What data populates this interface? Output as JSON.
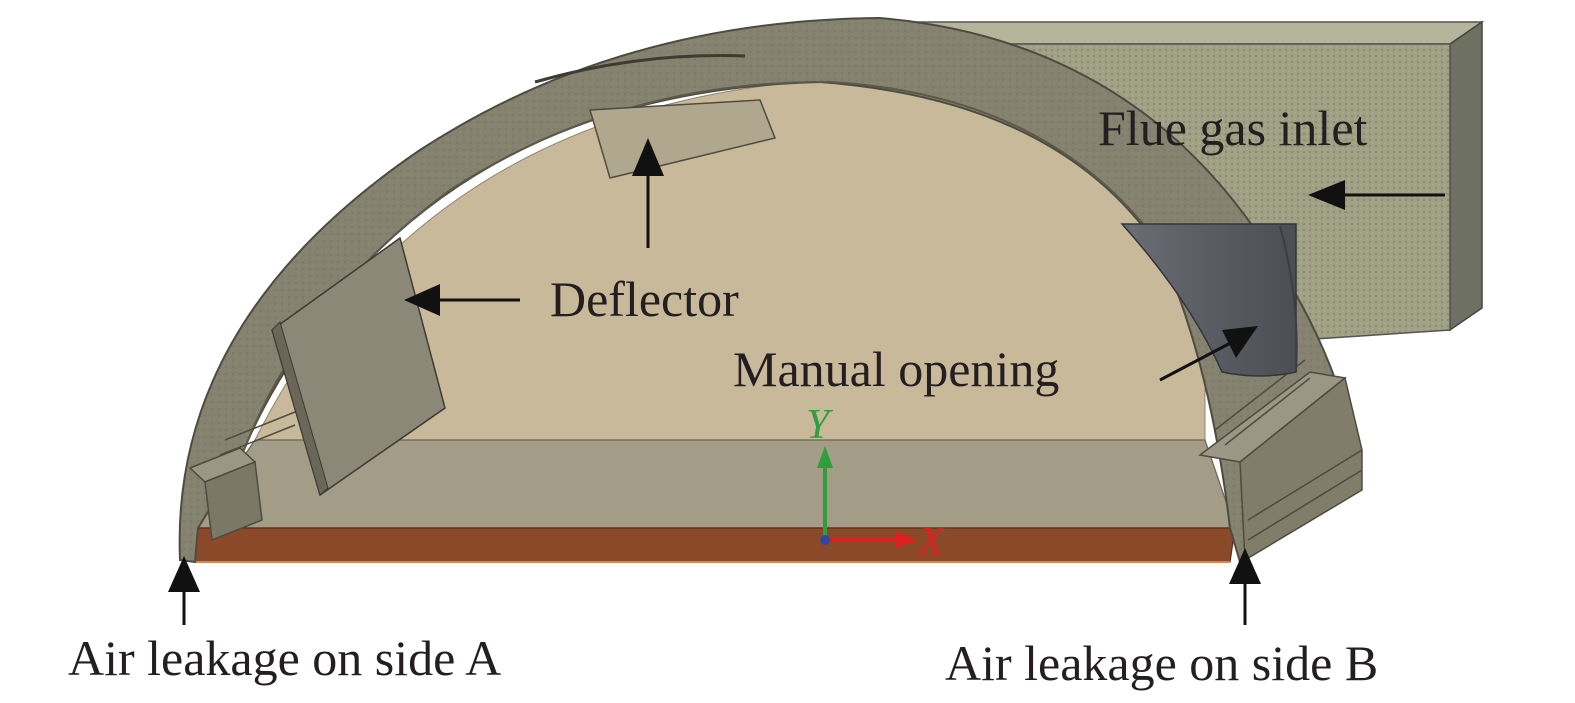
{
  "labels": {
    "flue_gas_inlet": "Flue gas inlet",
    "deflector": "Deflector",
    "manual_opening": "Manual opening",
    "air_leakage_a": "Air leakage on side A",
    "air_leakage_b": "Air leakage on side B"
  },
  "axes": {
    "y": "Y",
    "x": "X"
  },
  "colors": {
    "shell": "#85826f",
    "shell_dark": "#6f6c5c",
    "interior": "#c8b99a",
    "floor": "#a39c86",
    "base_plate": "#8a4a2a",
    "inlet_duct": "#9fa084",
    "manual_opening": "#5e6068",
    "axis_y": "#2e9e3e",
    "axis_x": "#e02020",
    "arrow": "#111111"
  }
}
